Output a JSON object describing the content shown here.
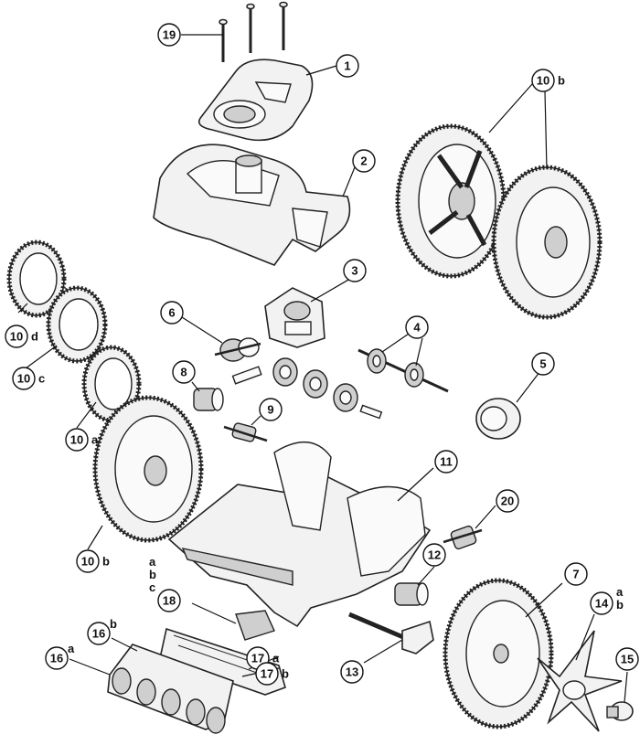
{
  "callouts": [
    {
      "id": "1",
      "suffix": ""
    },
    {
      "id": "2",
      "suffix": ""
    },
    {
      "id": "3",
      "suffix": ""
    },
    {
      "id": "4",
      "suffix": ""
    },
    {
      "id": "5",
      "suffix": ""
    },
    {
      "id": "6",
      "suffix": ""
    },
    {
      "id": "7",
      "suffix": ""
    },
    {
      "id": "8",
      "suffix": ""
    },
    {
      "id": "9",
      "suffix": ""
    },
    {
      "id": "10",
      "suffix": "b"
    },
    {
      "id": "10",
      "suffix": "d"
    },
    {
      "id": "10",
      "suffix": "c"
    },
    {
      "id": "10",
      "suffix": "a"
    },
    {
      "id": "10",
      "suffix": "b"
    },
    {
      "id": "11",
      "suffix": ""
    },
    {
      "id": "12",
      "suffix": ""
    },
    {
      "id": "13",
      "suffix": ""
    },
    {
      "id": "14",
      "suffix": "a\nb"
    },
    {
      "id": "15",
      "suffix": ""
    },
    {
      "id": "16",
      "suffix": "b"
    },
    {
      "id": "16",
      "suffix": "a"
    },
    {
      "id": "17",
      "suffix": "a"
    },
    {
      "id": "17",
      "suffix": "b"
    },
    {
      "id": "18",
      "suffix": "a\nb\nc"
    },
    {
      "id": "19",
      "suffix": ""
    },
    {
      "id": "20",
      "suffix": ""
    }
  ]
}
